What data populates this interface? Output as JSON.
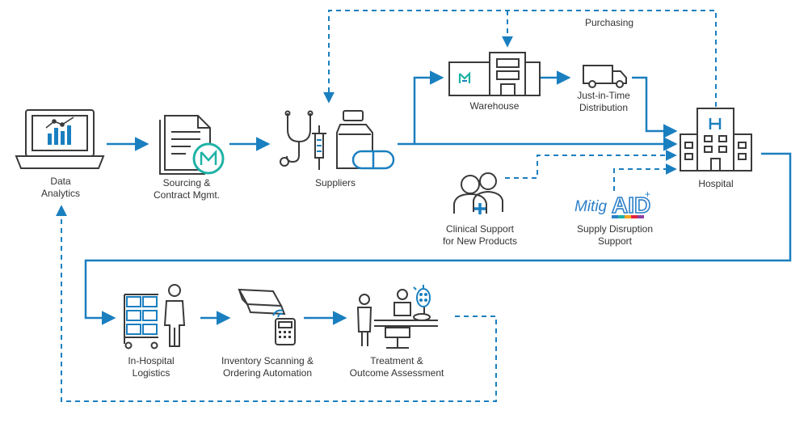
{
  "nodes": {
    "data_analytics": "Data\nAnalytics",
    "sourcing": "Sourcing &\nContract Mgmt.",
    "suppliers": "Suppliers",
    "warehouse": "Warehouse",
    "jit": "Just-in-Time\nDistribution",
    "hospital": "Hospital",
    "clinical_support": "Clinical Support\nfor New Products",
    "supply_disruption": "Supply Disruption\nSupport",
    "in_hospital_logistics": "In-Hospital\nLogistics",
    "inventory_scanning": "Inventory Scanning &\nOrdering Automation",
    "treatment": "Treatment &\nOutcome Assessment"
  },
  "annotations": {
    "purchasing": "Purchasing"
  },
  "logo": {
    "mitig_prefix": "Mitig",
    "mitig_suffix": "AID",
    "plus": "+"
  },
  "colors": {
    "flow_blue": "#1a7fbf",
    "icon_dark": "#3a3a3a",
    "accent_teal": "#1fb2a6",
    "mitig_blue": "#2b7fc7"
  }
}
